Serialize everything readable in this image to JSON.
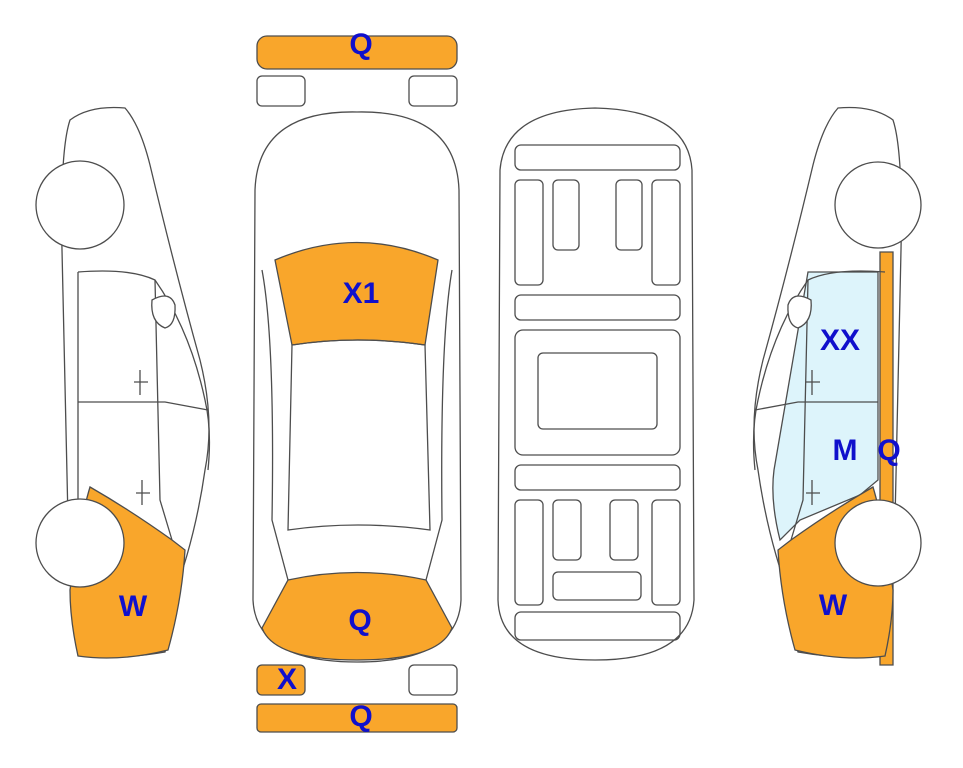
{
  "colors": {
    "damage": "#F9A62B",
    "glass_highlight": "#DDF4FB",
    "label": "#1010CC",
    "outline": "#4D4D4D"
  },
  "labels": {
    "front_bumper": "Q",
    "front_bumper_top": "Q",
    "windshield": "X1",
    "rear_window": "Q",
    "rear_light_left": "X",
    "rear_bumper": "Q",
    "left_rear_quarter": "W",
    "right_front_door": "XX",
    "right_rear_door": "M",
    "right_pillar": "Q",
    "right_rear_quarter": "W"
  }
}
